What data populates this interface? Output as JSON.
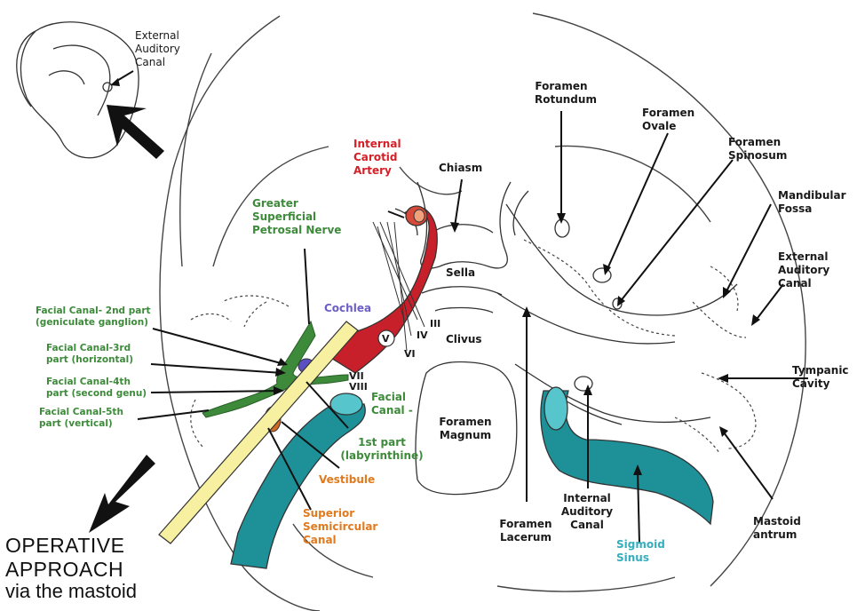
{
  "labels": {
    "ear_canal": "External\nAuditory\nCanal",
    "foramen_rotundum": "Foramen\nRotundum",
    "foramen_ovale": "Foramen\nOvale",
    "foramen_spinosum": "Foramen\nSpinosum",
    "mandibular_fossa": "Mandibular\nFossa",
    "external_auditory_canal": "External\nAuditory\nCanal",
    "tympanic_cavity": "Tympanic\nCavity",
    "mastoid_antrum": "Mastoid\nantrum",
    "internal_carotid_artery": "Internal\nCarotid\nArtery",
    "chiasm": "Chiasm",
    "sella": "Sella",
    "clivus": "Clivus",
    "foramen_magnum": "Foramen\nMagnum",
    "greater_superficial_petrosal_nerve": "Greater\nSuperficial\nPetrosal Nerve",
    "cochlea": "Cochlea",
    "facial_canal_2nd": "Facial Canal- 2nd part\n(geniculate ganglion)",
    "facial_canal_3rd": "Facial Canal-3rd\npart (horizontal)",
    "facial_canal_4th": "Facial Canal-4th\npart (second genu)",
    "facial_canal_5th": "Facial Canal-5th\npart (vertical)",
    "facial_canal_1st_a": "Facial\nCanal -",
    "facial_canal_1st_b": "1st part\n(labyrinthine)",
    "vestibule": "Vestibule",
    "superior_semicircular_canal": "Superior\nSemicircular\nCanal",
    "foramen_lacerum": "Foramen\nLacerum",
    "internal_auditory_canal": "Internal\nAuditory\nCanal",
    "sigmoid_sinus": "Sigmoid\nSinus",
    "nerve_III": "III",
    "nerve_IV": "IV",
    "nerve_V": "V",
    "nerve_VI": "VI",
    "nerve_VII": "VII",
    "nerve_VIII": "VIII"
  },
  "operative": {
    "line1": "OPERATIVE",
    "line2": "APPROACH",
    "line3": "via the mastoid"
  },
  "colors": {
    "facial_nerve": "#3d8a3a",
    "carotid": "#c8202a",
    "sigmoid_sinus": "#1e9098",
    "cochlea": "#5b4fc2",
    "vestibule": "#d36a23",
    "approach_bar": "#f7f0a0",
    "outline": "#333333"
  }
}
